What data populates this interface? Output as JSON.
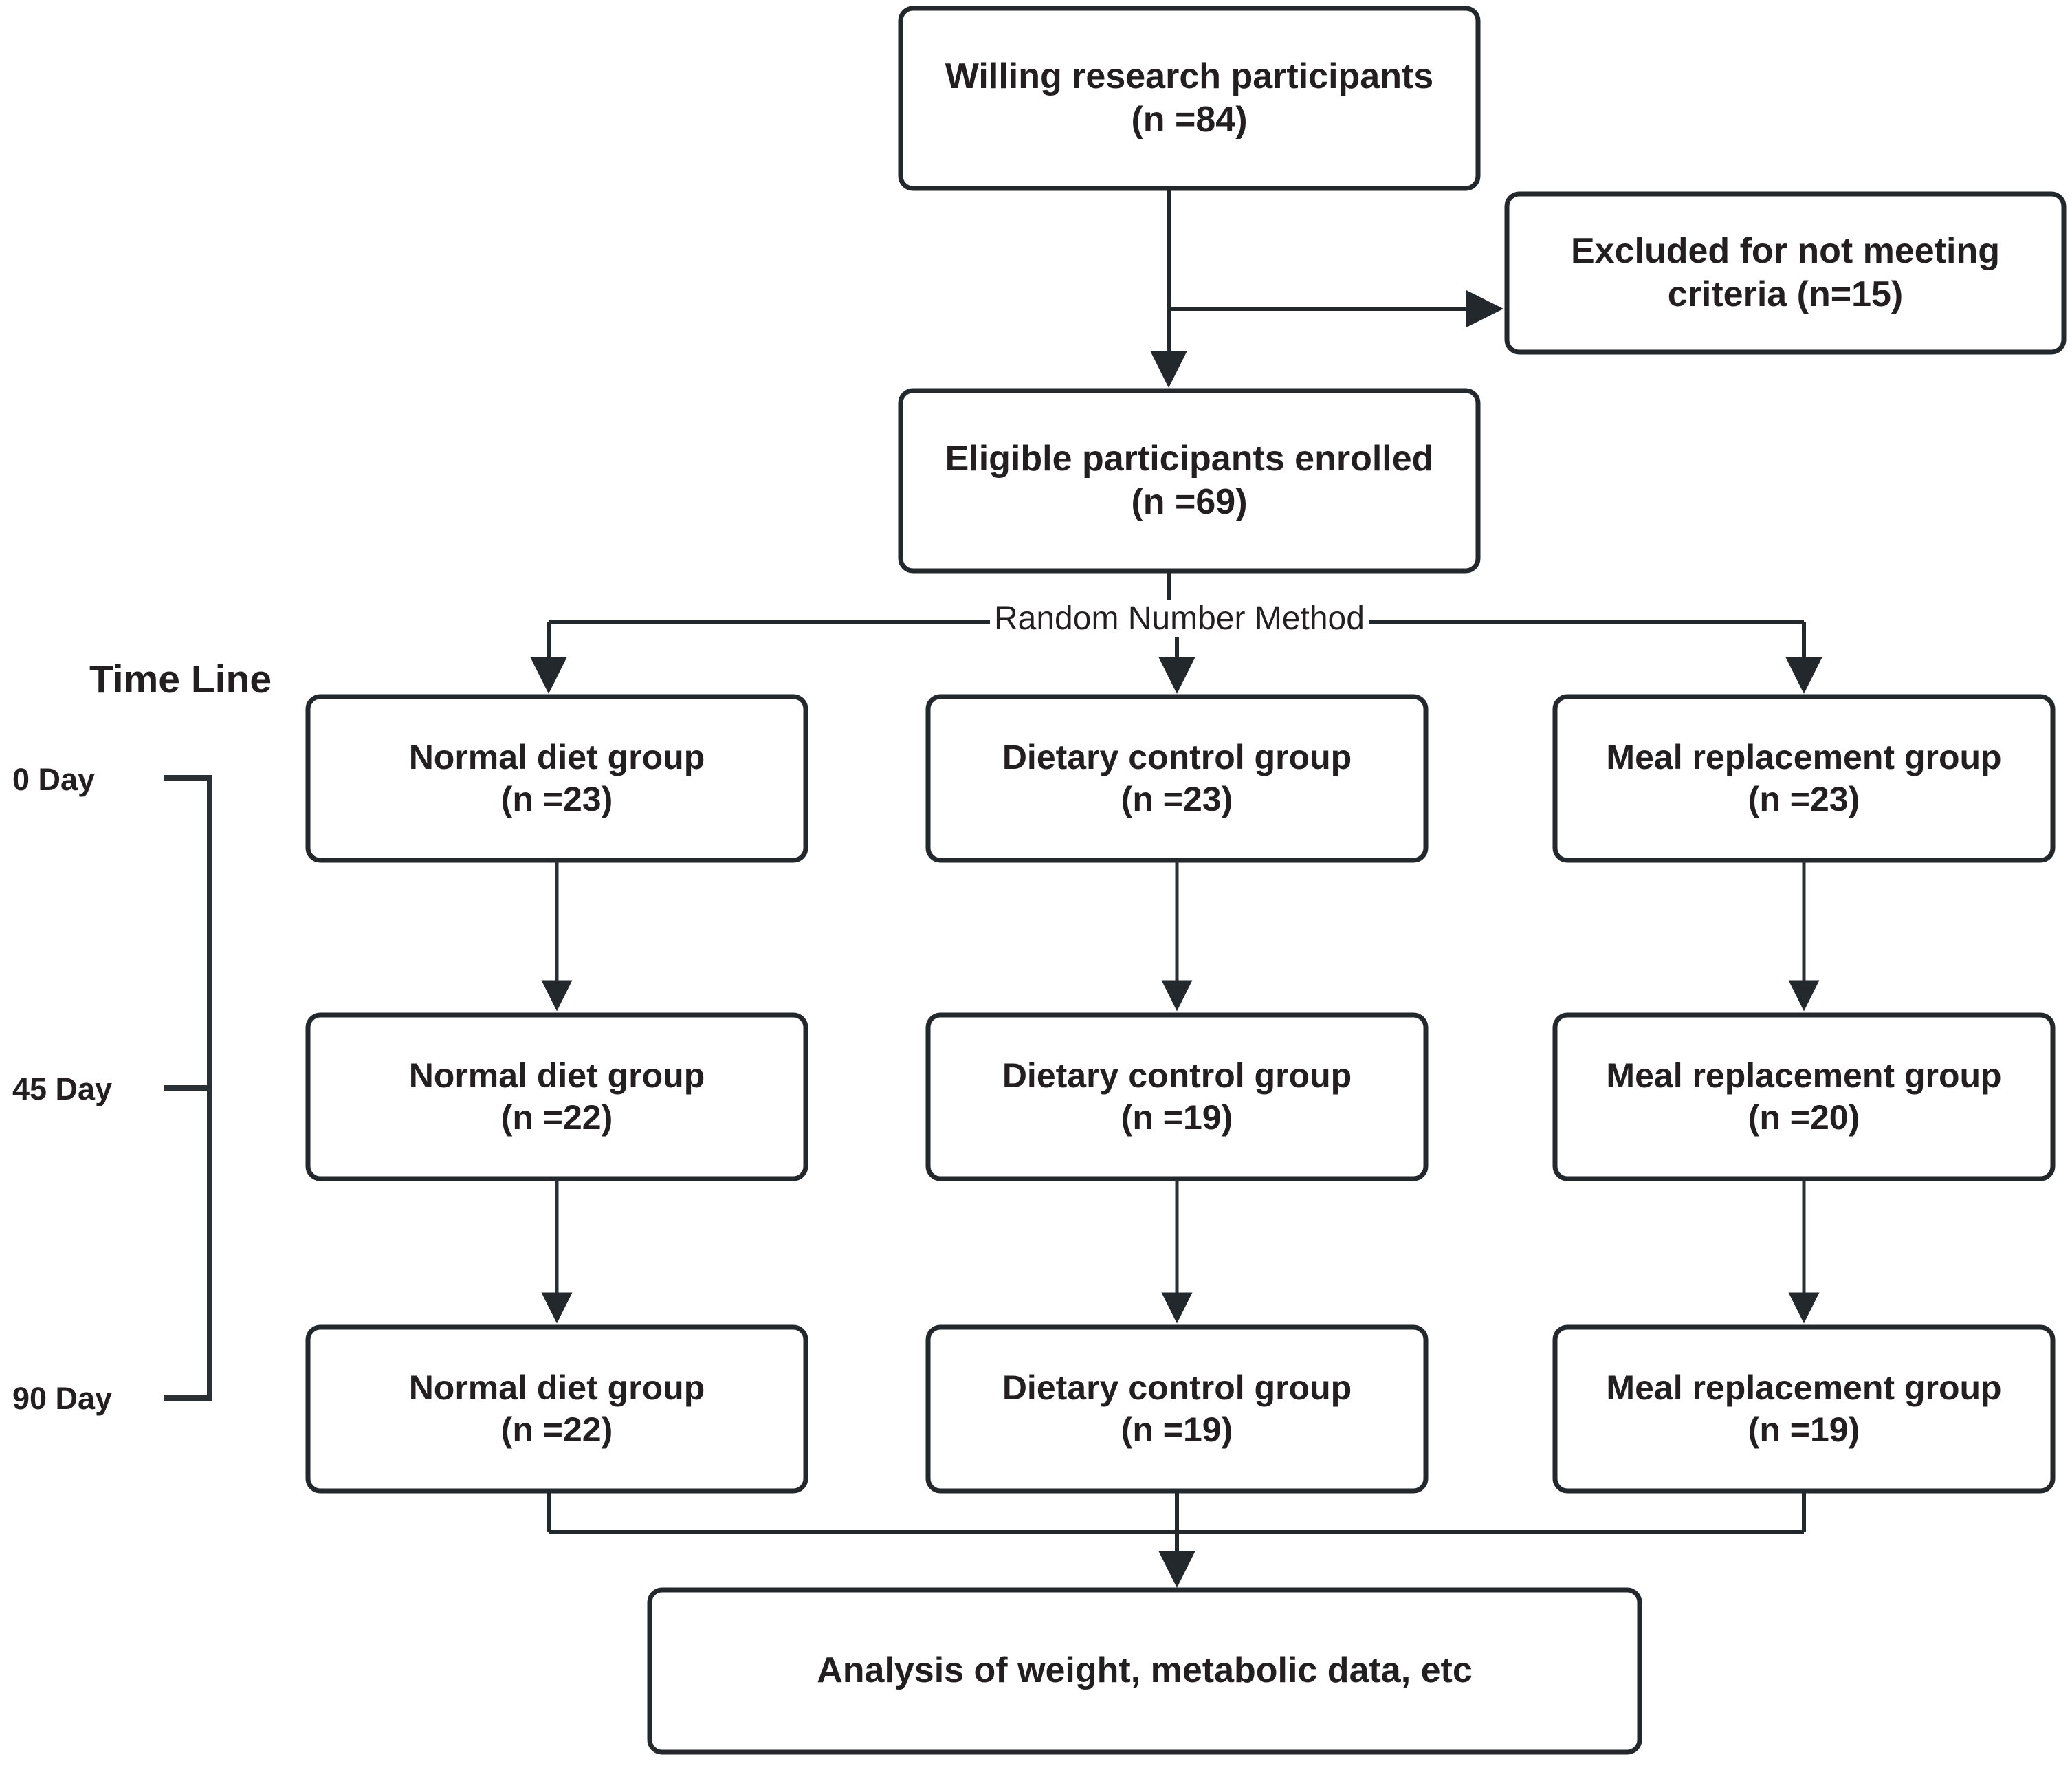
{
  "figure": {
    "type": "flowchart",
    "title_label": "Time Line",
    "edge_label_randomization": "Random Number Method",
    "colors": {
      "stroke": "#23282d",
      "text": "#231f20",
      "background": "#ffffff"
    }
  },
  "timeline": {
    "heading": "Time Line",
    "ticks": [
      {
        "label": "0 Day"
      },
      {
        "label": "45 Day"
      },
      {
        "label": "90 Day"
      }
    ]
  },
  "nodes": {
    "enrollment": {
      "line1": "Willing research participants",
      "line2": "(n =84)"
    },
    "excluded": {
      "line1": "Excluded for not meeting",
      "line2": "criteria (n=15)"
    },
    "eligible": {
      "line1": "Eligible participants enrolled",
      "line2": "(n =69)"
    },
    "analysis": {
      "line1": "Analysis of weight, metabolic data, etc"
    }
  },
  "groups": {
    "columns": [
      "Normal diet group",
      "Dietary control group",
      "Meal replacement group"
    ],
    "rows": [
      {
        "timepoint": "0 Day",
        "cells": [
          {
            "line1": "Normal diet group",
            "line2": "(n =23)"
          },
          {
            "line1": "Dietary control group",
            "line2": "(n =23)"
          },
          {
            "line1": "Meal replacement group",
            "line2": "(n =23)"
          }
        ]
      },
      {
        "timepoint": "45 Day",
        "cells": [
          {
            "line1": "Normal diet group",
            "line2": "(n =22)"
          },
          {
            "line1": "Dietary control group",
            "line2": "(n =19)"
          },
          {
            "line1": "Meal replacement group",
            "line2": "(n =20)"
          }
        ]
      },
      {
        "timepoint": "90 Day",
        "cells": [
          {
            "line1": "Normal diet group",
            "line2": "(n =22)"
          },
          {
            "line1": "Dietary control group",
            "line2": "(n =19)"
          },
          {
            "line1": "Meal replacement group",
            "line2": "(n =19)"
          }
        ]
      }
    ]
  }
}
